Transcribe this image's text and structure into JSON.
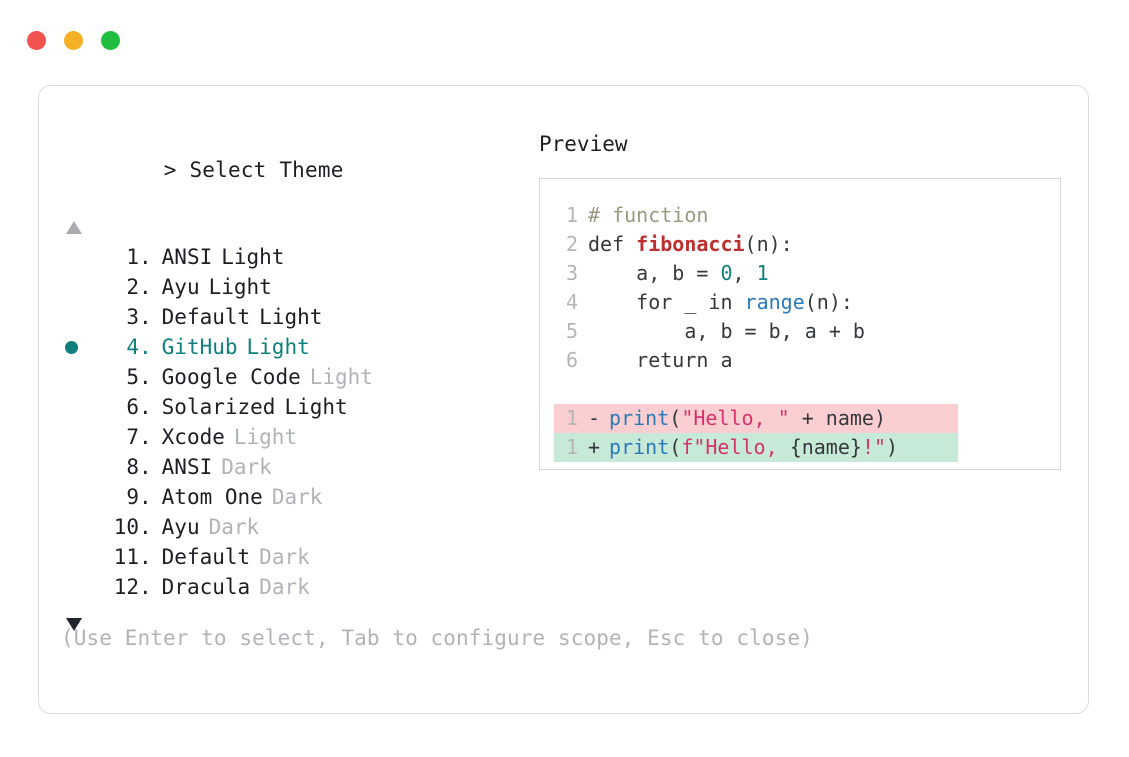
{
  "window": {
    "traffic_lights": [
      {
        "name": "close",
        "color": "#f2534e"
      },
      {
        "name": "minimize",
        "color": "#f4b124"
      },
      {
        "name": "maximize",
        "color": "#21bd3e"
      }
    ]
  },
  "prompt": {
    "marker": ">",
    "title": "Select Theme",
    "scroll_up_icon": "triangle-up",
    "scroll_down_icon": "triangle-down",
    "selected_index": 4,
    "bullet_color": "#10807c"
  },
  "themes": [
    {
      "num": "1",
      "dot": ".",
      "name": "ANSI",
      "variant": "Light",
      "variant_muted": false,
      "selected": false
    },
    {
      "num": "2",
      "dot": ".",
      "name": "Ayu",
      "variant": "Light",
      "variant_muted": false,
      "selected": false
    },
    {
      "num": "3",
      "dot": ".",
      "name": "Default",
      "variant": "Light",
      "variant_muted": false,
      "selected": false
    },
    {
      "num": "4",
      "dot": ".",
      "name": "GitHub",
      "variant": "Light",
      "variant_muted": false,
      "selected": true
    },
    {
      "num": "5",
      "dot": ".",
      "name": "Google Code",
      "variant": "Light",
      "variant_muted": true,
      "selected": false
    },
    {
      "num": "6",
      "dot": ".",
      "name": "Solarized",
      "variant": "Light",
      "variant_muted": false,
      "selected": false
    },
    {
      "num": "7",
      "dot": ".",
      "name": "Xcode",
      "variant": "Light",
      "variant_muted": true,
      "selected": false
    },
    {
      "num": "8",
      "dot": ".",
      "name": "ANSI",
      "variant": "Dark",
      "variant_muted": true,
      "selected": false
    },
    {
      "num": "9",
      "dot": ".",
      "name": "Atom One",
      "variant": "Dark",
      "variant_muted": true,
      "selected": false
    },
    {
      "num": "10",
      "dot": ".",
      "name": "Ayu",
      "variant": "Dark",
      "variant_muted": true,
      "selected": false
    },
    {
      "num": "11",
      "dot": ".",
      "name": "Default",
      "variant": "Dark",
      "variant_muted": true,
      "selected": false
    },
    {
      "num": "12",
      "dot": ".",
      "name": "Dracula",
      "variant": "Dark",
      "variant_muted": true,
      "selected": false
    }
  ],
  "help": {
    "text": "(Use Enter to select, Tab to configure scope, Esc to close)"
  },
  "preview": {
    "title": "Preview",
    "code_lines": [
      {
        "gutter": "1",
        "tokens": [
          {
            "t": "# function",
            "c": "tok-comment"
          }
        ]
      },
      {
        "gutter": "2",
        "tokens": [
          {
            "t": "def ",
            "c": "tok-kw"
          },
          {
            "t": "fibonacci",
            "c": "tok-fn-def"
          },
          {
            "t": "(n):",
            "c": "tok-punct"
          }
        ]
      },
      {
        "gutter": "3",
        "tokens": [
          {
            "t": "    a, b = ",
            "c": "tok-kw"
          },
          {
            "t": "0",
            "c": "tok-num"
          },
          {
            "t": ", ",
            "c": "tok-punct"
          },
          {
            "t": "1",
            "c": "tok-num"
          }
        ]
      },
      {
        "gutter": "4",
        "tokens": [
          {
            "t": "    for _ in ",
            "c": "tok-kw"
          },
          {
            "t": "range",
            "c": "tok-builtin"
          },
          {
            "t": "(n):",
            "c": "tok-punct"
          }
        ]
      },
      {
        "gutter": "5",
        "tokens": [
          {
            "t": "        a, b = b, a + b",
            "c": "tok-kw"
          }
        ]
      },
      {
        "gutter": "6",
        "tokens": [
          {
            "t": "    return a",
            "c": "tok-kw"
          }
        ]
      }
    ],
    "diff_lines": [
      {
        "gutter": "1",
        "sign": "-",
        "kind": "removed",
        "tokens": [
          {
            "t": "print",
            "c": "tok-builtin"
          },
          {
            "t": "(",
            "c": "tok-punct"
          },
          {
            "t": "\"Hello, \"",
            "c": "tok-str"
          },
          {
            "t": " + name)",
            "c": "tok-kw"
          }
        ]
      },
      {
        "gutter": "1",
        "sign": "+",
        "kind": "added",
        "tokens": [
          {
            "t": "print",
            "c": "tok-builtin"
          },
          {
            "t": "(",
            "c": "tok-punct"
          },
          {
            "t": "f\"Hello, ",
            "c": "tok-str"
          },
          {
            "t": "{name}",
            "c": "tok-kw"
          },
          {
            "t": "!\"",
            "c": "tok-str"
          },
          {
            "t": ")",
            "c": "tok-punct"
          }
        ]
      }
    ]
  }
}
